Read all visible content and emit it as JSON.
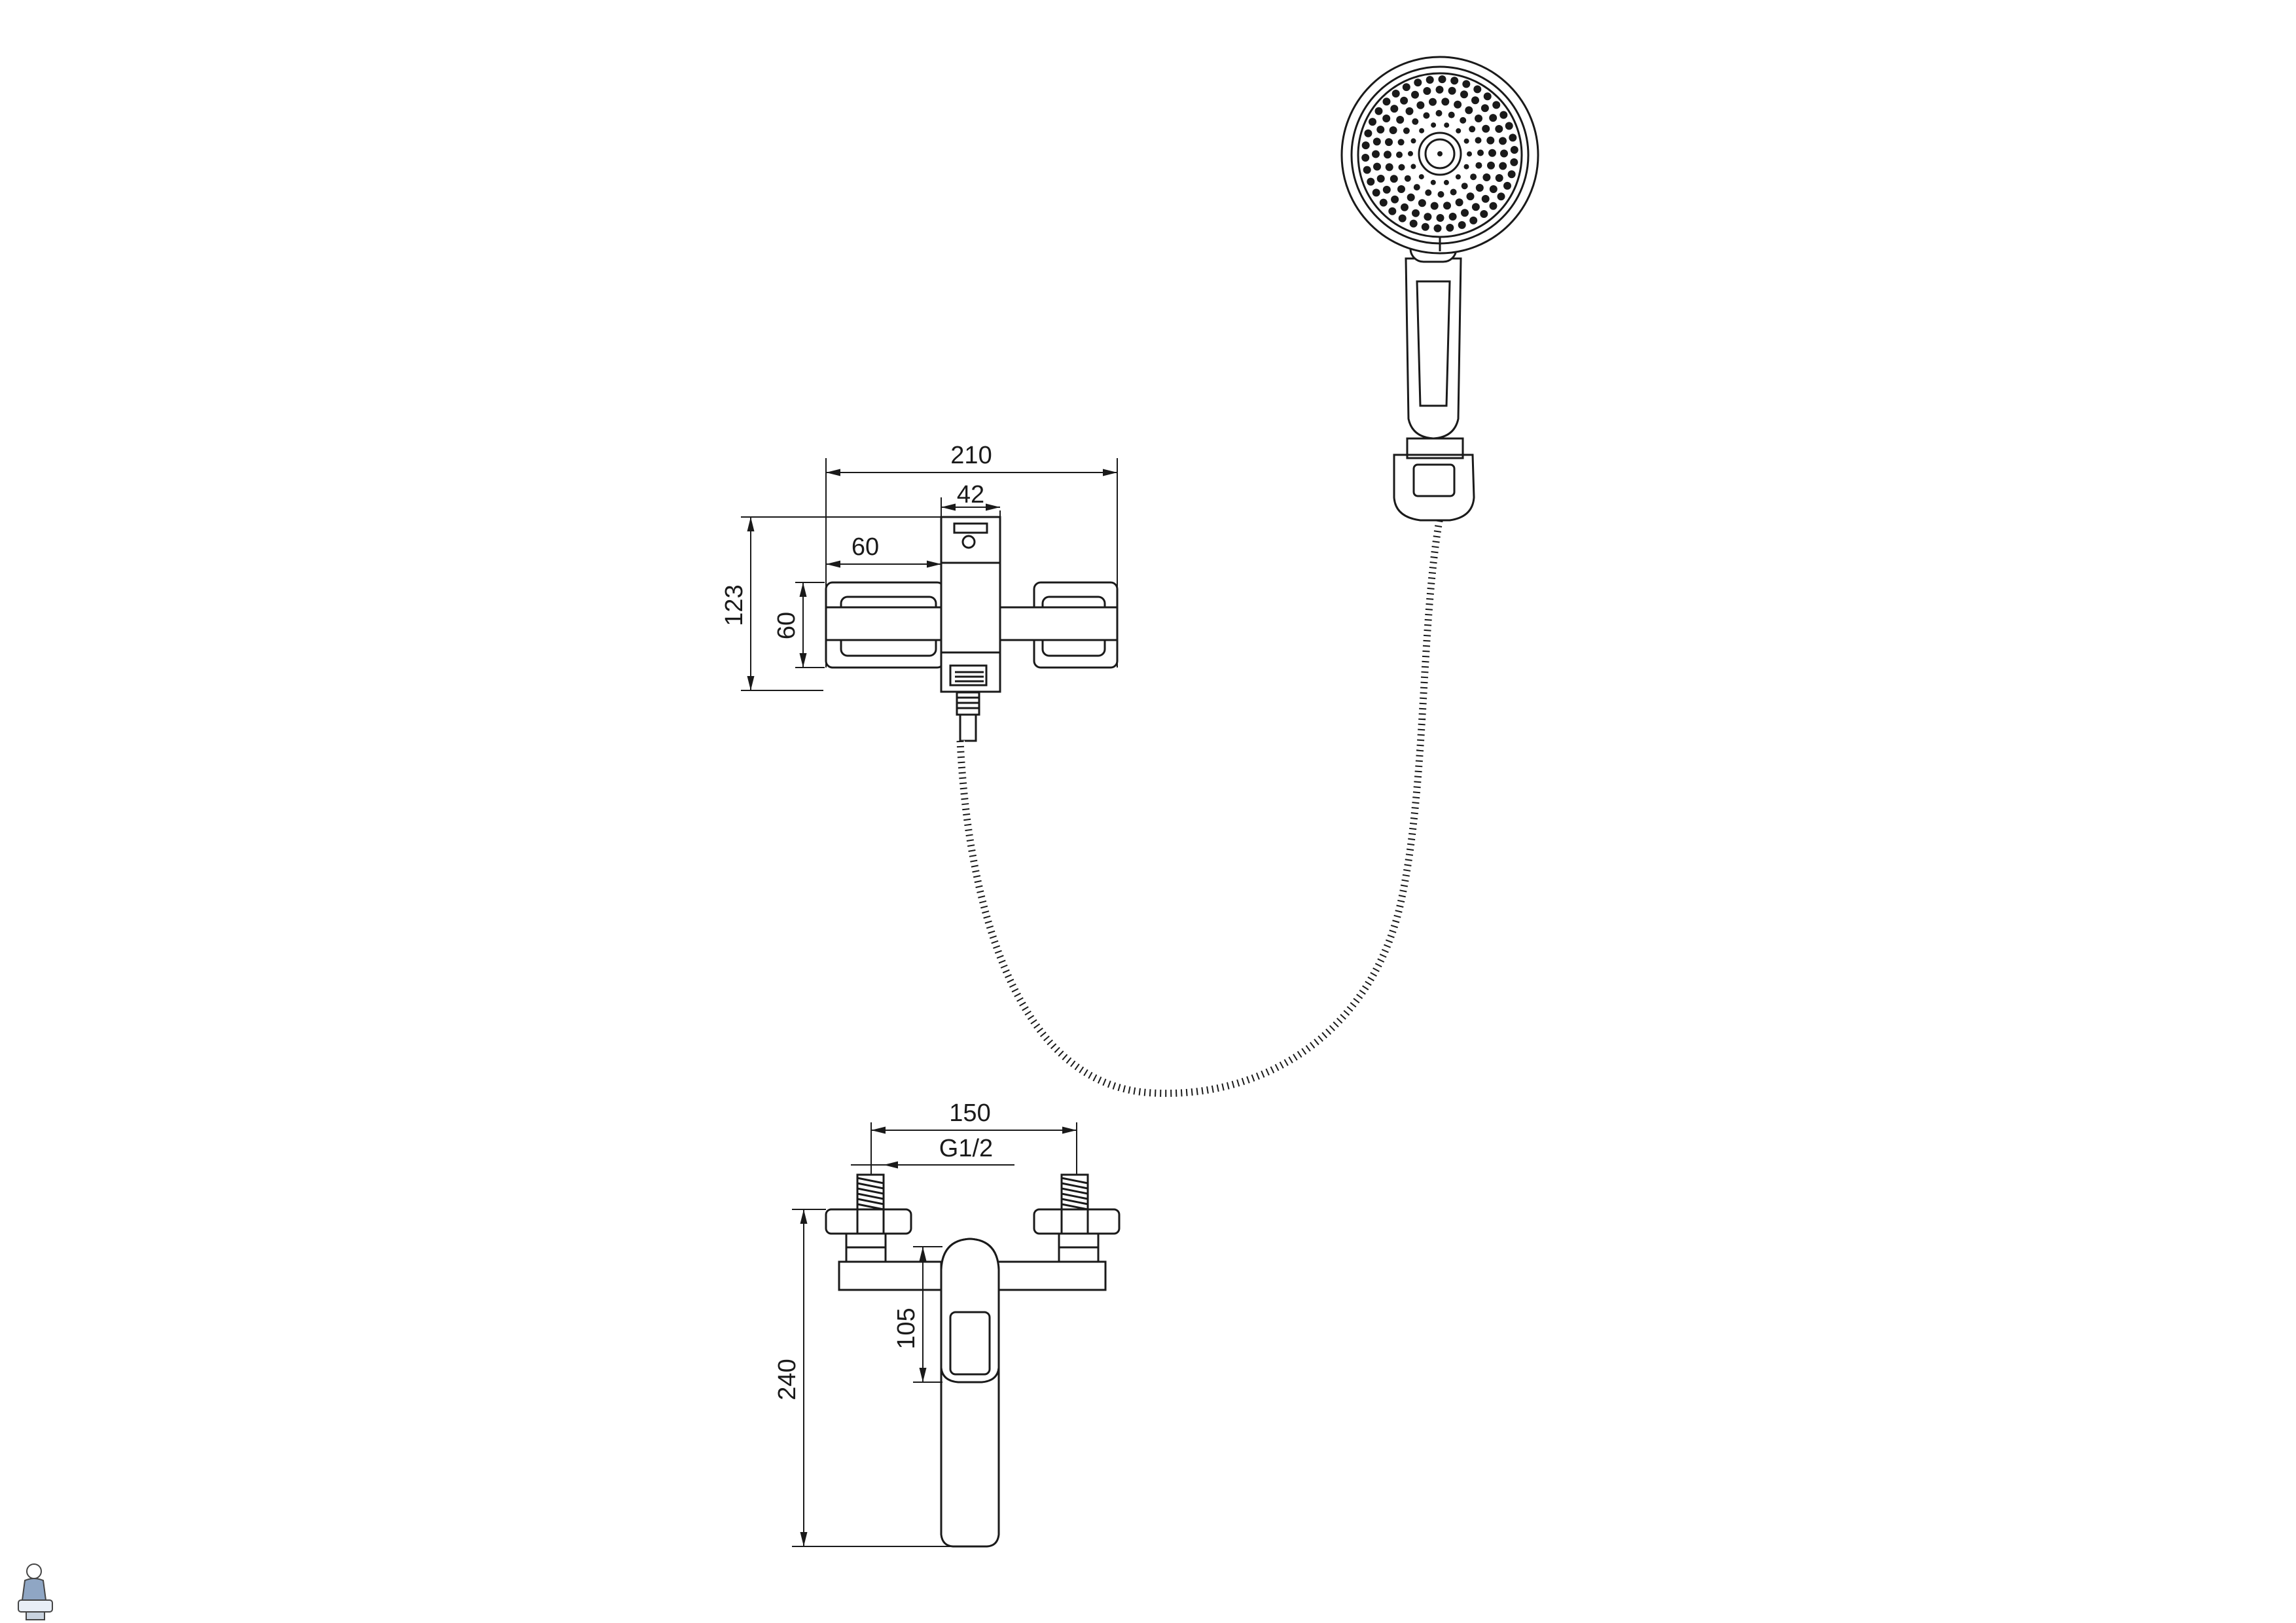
{
  "drawing": {
    "dimensions": {
      "top_width": "210",
      "body_width": "42",
      "handle_width": "60",
      "overall_height": "123",
      "handle_height": "60",
      "connection_spacing": "150",
      "thread_size": "G1/2",
      "spout_offset": "105",
      "overall_depth": "240"
    },
    "icons": [
      "plumber-logo-icon"
    ]
  }
}
